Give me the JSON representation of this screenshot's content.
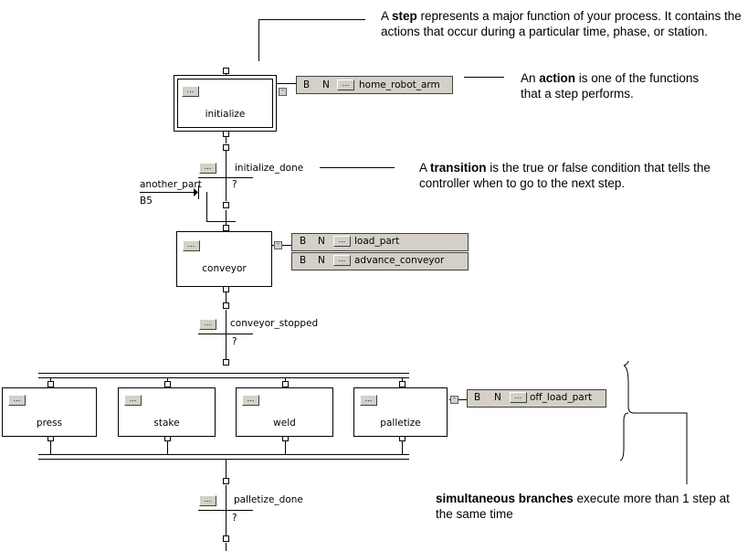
{
  "annotations": {
    "step": {
      "bold": "step",
      "pre": "A ",
      "post": " represents a major function of your process. It contains the actions that occur during a particular time, phase, or station."
    },
    "action": {
      "pre": "An ",
      "bold": "action",
      "post": " is one of the functions that a step performs."
    },
    "transition": {
      "pre": "A ",
      "bold": "transition",
      "post": " is the true or false condition that tells the controller when to go to the next step."
    },
    "simultaneous": {
      "bold": "simultaneous branches",
      "post": " execute more than 1 step at the same time"
    }
  },
  "steps": {
    "initialize": "initialize",
    "conveyor": "conveyor",
    "press": "press",
    "stake": "stake",
    "weld": "weld",
    "palletize": "palletize"
  },
  "transitions": {
    "initialize_done": "initialize_done",
    "conveyor_stopped": "conveyor_stopped",
    "palletize_done": "palletize_done",
    "condition": "?"
  },
  "actions": {
    "home_robot_arm": {
      "b": "B",
      "n": "N",
      "name": "home_robot_arm"
    },
    "load_part": {
      "b": "B",
      "n": "N",
      "name": "load_part"
    },
    "advance_conveyor": {
      "b": "B",
      "n": "N",
      "name": "advance_conveyor"
    },
    "off_load_part": {
      "b": "B",
      "n": "N",
      "name": "off_load_part"
    }
  },
  "jump": {
    "label": "another_part",
    "target": "B5"
  },
  "buttons": {
    "dots": "...",
    "minus": "-"
  }
}
